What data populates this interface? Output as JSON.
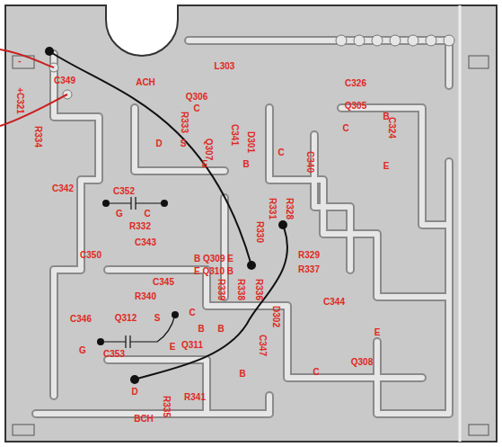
{
  "diagram": {
    "labels": [
      "L303",
      "C349",
      "ACH",
      "C326",
      "Q306",
      "C",
      "Q305",
      "B",
      "R333",
      "C",
      "C324",
      "+C321",
      "-",
      "R334",
      "C341",
      "D301",
      "D",
      "S",
      "Q307",
      "C",
      "B",
      "E",
      "C340",
      "E",
      "C342",
      "C352",
      "G",
      "C",
      "R332",
      "R331",
      "R330",
      "R328",
      "C343",
      "C350",
      "R329",
      "R337",
      "B Q309 E",
      "E Q310 B",
      "C345",
      "R339",
      "R338",
      "R336",
      "R340",
      "C344",
      "C346",
      "Q312",
      "S",
      "C",
      "B",
      "B",
      "D302",
      "E",
      "G",
      "C353",
      "E",
      "Q311",
      "C347",
      "Q308",
      "C",
      "B",
      "D",
      "R341",
      "R335",
      "BCH"
    ]
  }
}
